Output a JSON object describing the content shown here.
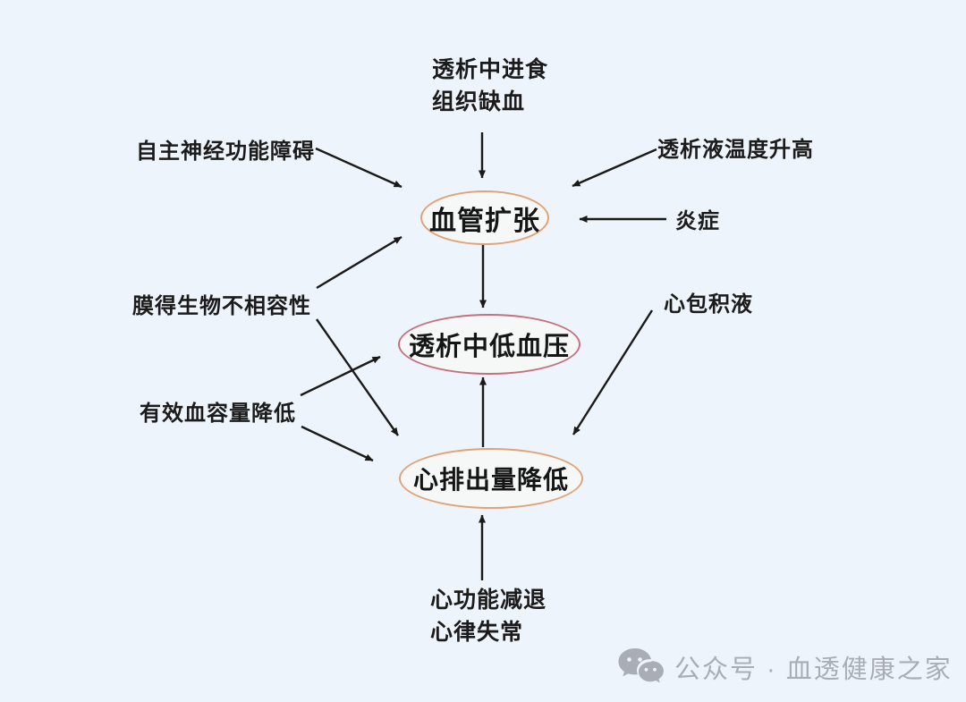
{
  "diagram": {
    "title_hint": "causes-of-intradialytic-hypotension-flowchart",
    "nodes": {
      "eating_line1": "透析中进食",
      "eating_line2": "组织缺血",
      "autonomic": "自主神经功能障碍",
      "dialysate_temp": "透析液温度升高",
      "vasodilation": "血管扩张",
      "inflammation": "炎症",
      "membrane": "膜得生物不相容性",
      "hypotension": "透析中低血压",
      "pericardial": "心包积液",
      "blood_volume": "有效血容量降低",
      "cardiac_output": "心排出量降低",
      "cardiac_line1": "心功能减退",
      "cardiac_line2": "心律失常"
    },
    "edges": [
      {
        "from": "透析中进食/组织缺血",
        "to": "血管扩张"
      },
      {
        "from": "自主神经功能障碍",
        "to": "血管扩张"
      },
      {
        "from": "透析液温度升高",
        "to": "血管扩张"
      },
      {
        "from": "炎症",
        "to": "血管扩张"
      },
      {
        "from": "膜得生物不相容性",
        "to": "血管扩张"
      },
      {
        "from": "血管扩张",
        "to": "透析中低血压"
      },
      {
        "from": "有效血容量降低",
        "to": "透析中低血压"
      },
      {
        "from": "膜得生物不相容性",
        "to": "心排出量降低"
      },
      {
        "from": "有效血容量降低",
        "to": "心排出量降低"
      },
      {
        "from": "心包积液",
        "to": "心排出量降低"
      },
      {
        "from": "心排出量降低",
        "to": "透析中低血压"
      },
      {
        "from": "心功能减退/心律失常",
        "to": "心排出量降低"
      }
    ],
    "colors": {
      "background": "#eef4fb",
      "ellipse_orange_border": "#dfa377",
      "ellipse_red_border": "#c4717f",
      "arrow": "#1a1a1a",
      "text": "#1b1b1b"
    }
  },
  "watermark": {
    "text": "公众号 · 血透健康之家",
    "color": "#a9aeb6"
  }
}
